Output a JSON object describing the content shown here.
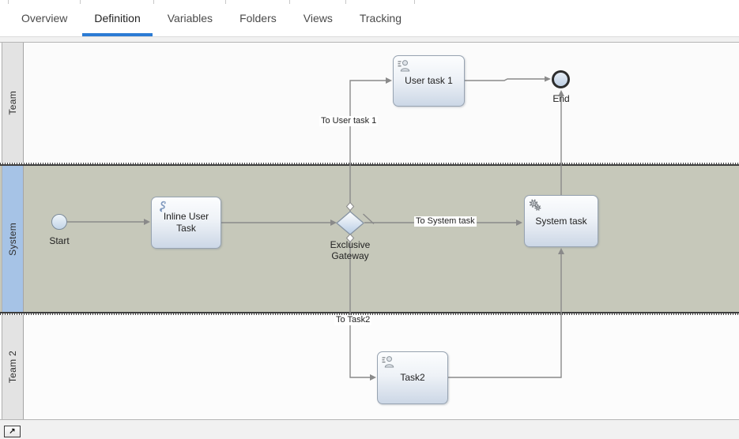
{
  "tabs": {
    "items": [
      {
        "label": "Overview"
      },
      {
        "label": "Definition"
      },
      {
        "label": "Variables"
      },
      {
        "label": "Folders"
      },
      {
        "label": "Views"
      },
      {
        "label": "Tracking"
      }
    ],
    "active_tab": "Definition"
  },
  "diagram": {
    "lanes": [
      {
        "label": "Team",
        "selected": false
      },
      {
        "label": "System",
        "selected": true
      },
      {
        "label": "Team 2",
        "selected": false
      }
    ],
    "nodes": {
      "start": {
        "label": "Start",
        "type": "start-event"
      },
      "inline_user_task": {
        "label": "Inline User Task",
        "type": "task",
        "icon": "script-icon"
      },
      "exclusive_gateway": {
        "label": "Exclusive Gateway",
        "type": "exclusive-gateway"
      },
      "user_task_1": {
        "label": "User task 1",
        "type": "user-task",
        "icon": "user-icon"
      },
      "end": {
        "label": "End",
        "type": "end-event"
      },
      "system_task": {
        "label": "System task",
        "type": "service-task",
        "icon": "gears-icon"
      },
      "task2": {
        "label": "Task2",
        "type": "user-task",
        "icon": "user-icon"
      }
    },
    "edge_labels": {
      "to_user_task_1": "To User task 1",
      "to_system_task": "To System task",
      "to_task2": "To Task2"
    }
  },
  "corner_button": {
    "icon": "expand-icon"
  },
  "colors": {
    "accent_blue": "#2b7bd4",
    "edge_gray": "#8a8a8a",
    "lane_header_gray": "#e3e3e3",
    "lane_system_header": "#a6c3e6",
    "lane_system_body": "#c6c8ba",
    "lane_team_body": "#fbfbfb",
    "lane_team2_body": "#fcfcfc",
    "canvas_bg": "#f1f1f1",
    "node_border": "#97a3b1",
    "selection_dark": "#3e3e3e"
  }
}
